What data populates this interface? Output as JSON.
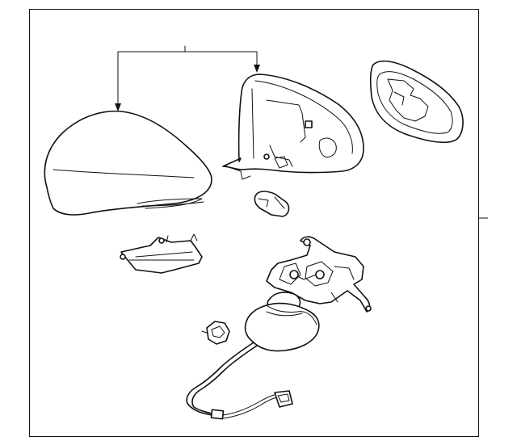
{
  "diagram": {
    "parts": [
      {
        "name": "mirror-cover",
        "icon": "mirror-cover-icon"
      },
      {
        "name": "mirror-housing",
        "icon": "mirror-housing-icon"
      },
      {
        "name": "mirror-glass",
        "icon": "mirror-glass-icon"
      },
      {
        "name": "bulb-socket",
        "icon": "bulb-icon"
      },
      {
        "name": "turn-signal-lamp",
        "icon": "lamp-icon"
      },
      {
        "name": "actuator-bracket",
        "icon": "actuator-icon"
      },
      {
        "name": "nut",
        "icon": "nut-icon"
      },
      {
        "name": "wire-harness",
        "icon": "harness-icon"
      }
    ],
    "colors": {
      "stroke": "#111111",
      "background": "#ffffff"
    }
  }
}
